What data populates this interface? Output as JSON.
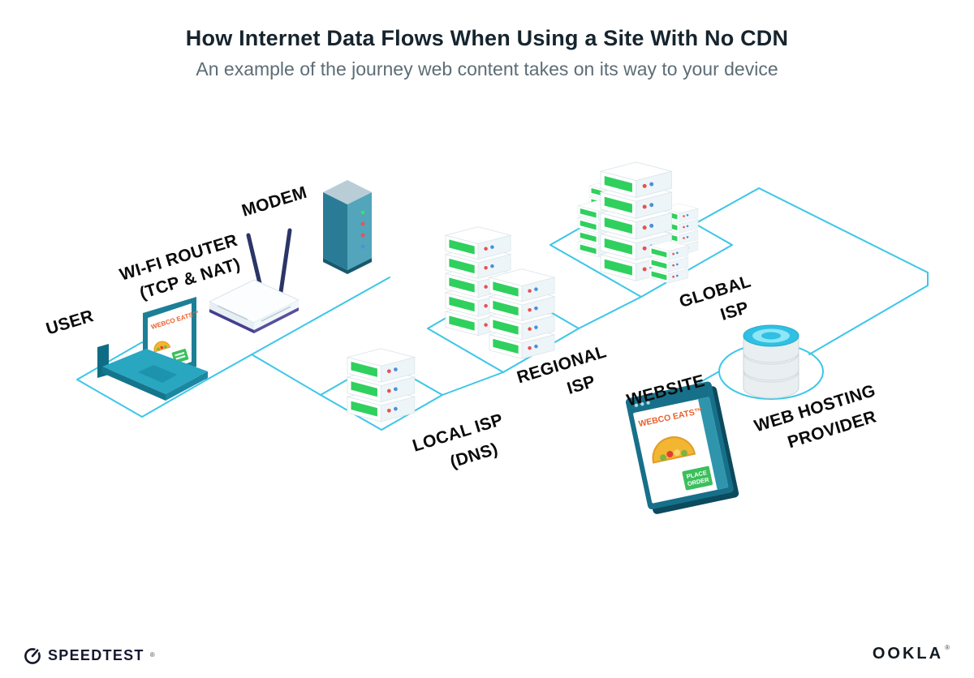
{
  "header": {
    "title": "How Internet Data Flows When Using a Site With No CDN",
    "subtitle": "An example of the journey web content takes on its way to your device"
  },
  "diagram": {
    "labels": {
      "user": "USER",
      "wifi_router_line1": "WI-FI ROUTER",
      "wifi_router_line2": "(TCP & NAT)",
      "modem": "MODEM",
      "local_isp_line1": "LOCAL ISP",
      "local_isp_line2": "(DNS)",
      "regional_isp_line1": "REGIONAL",
      "regional_isp_line2": "ISP",
      "global_isp_line1": "GLOBAL",
      "global_isp_line2": "ISP",
      "website": "WEBSITE",
      "hosting_line1": "WEB HOSTING",
      "hosting_line2": "PROVIDER"
    },
    "website_screen": {
      "brand": "WEBCO EATS™",
      "order_button_line1": "PLACE",
      "order_button_line2": "ORDER"
    }
  },
  "footer": {
    "speedtest": "SPEEDTEST",
    "speedtest_mark": "®",
    "ookla": "OOKLA",
    "ookla_mark": "®"
  },
  "colors": {
    "connection_line": "#3cc6e8",
    "server_green": "#2fd05e",
    "device_teal": "#1d7f96",
    "brand_orange": "#e8622c",
    "button_green": "#3bbf5c"
  }
}
